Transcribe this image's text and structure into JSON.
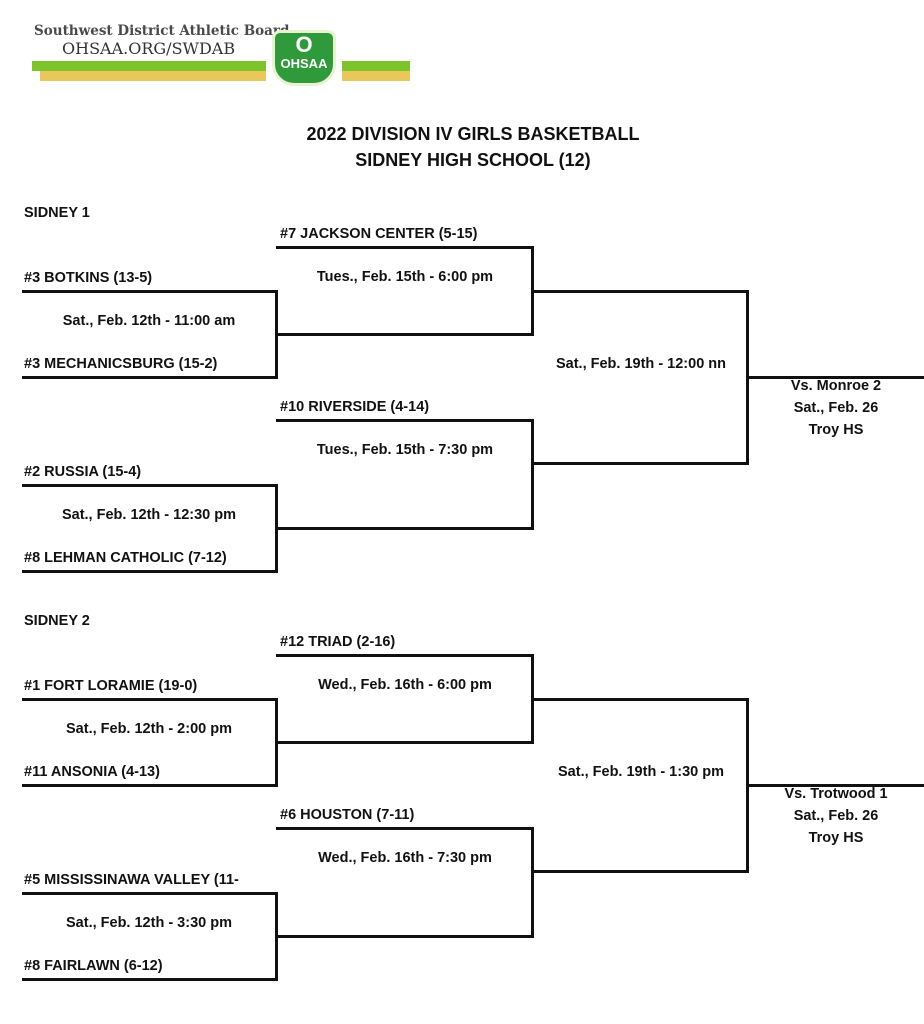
{
  "header": {
    "org": "Southwest District Athletic Board",
    "url": "OHSAA.ORG/SWDAB",
    "logo_text": "OHSAA",
    "title": "2022 DIVISION IV GIRLS BASKETBALL",
    "subtitle": "SIDNEY HIGH SCHOOL (12)"
  },
  "sections": [
    {
      "name": "SIDNEY 1",
      "r1": [
        {
          "top": "#3 BOTKINS (13-5)",
          "bottom": "#3 MECHANICSBURG (15-2)",
          "date": "Sat., Feb. 12th - 11:00 am"
        },
        {
          "top": "#2 RUSSIA (15-4)",
          "bottom": "#8 LEHMAN CATHOLIC (7-12)",
          "date": "Sat., Feb. 12th - 12:30 pm"
        }
      ],
      "r2": [
        {
          "top": "#7 JACKSON CENTER (5-15)",
          "date": "Tues., Feb. 15th - 6:00 pm"
        },
        {
          "top": "#10 RIVERSIDE (4-14)",
          "date": "Tues., Feb. 15th - 7:30 pm"
        }
      ],
      "final": {
        "date": "Sat., Feb. 19th - 12:00 nn",
        "next": [
          "Vs. Monroe 2",
          "Sat., Feb. 26",
          "Troy HS"
        ]
      }
    },
    {
      "name": "SIDNEY 2",
      "r1": [
        {
          "top": "#1 FORT LORAMIE (19-0)",
          "bottom": "#11 ANSONIA (4-13)",
          "date": "Sat., Feb. 12th - 2:00 pm"
        },
        {
          "top": "#5 MISSISSINAWA VALLEY (11-",
          "bottom": "#8 FAIRLAWN (6-12)",
          "date": "Sat., Feb. 12th - 3:30 pm"
        }
      ],
      "r2": [
        {
          "top": "#12 TRIAD (2-16)",
          "date": "Wed., Feb. 16th - 6:00 pm"
        },
        {
          "top": "#6 HOUSTON (7-11)",
          "date": "Wed., Feb. 16th - 7:30 pm"
        }
      ],
      "final": {
        "date": "Sat., Feb. 19th - 1:30 pm",
        "next": [
          "Vs. Trotwood 1",
          "Sat., Feb. 26",
          "Troy HS"
        ]
      }
    }
  ]
}
